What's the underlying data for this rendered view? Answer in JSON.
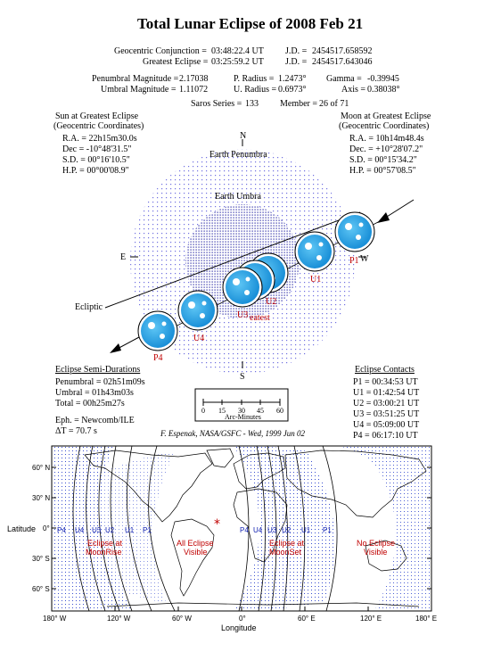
{
  "title": "Total Lunar Eclipse of 2008 Feb 21",
  "header": {
    "geo_conj_label": "Geocentric Conjunction =",
    "geo_conj_value": "03:48:22.4 UT",
    "greatest_label": "Greatest Eclipse =",
    "greatest_value": "03:25:59.2 UT",
    "jd_label": "J.D. =",
    "jd1": "2454517.658592",
    "jd2": "2454517.643046",
    "pen_mag_label": "Penumbral Magnitude =",
    "pen_mag": "2.17038",
    "umb_mag_label": "Umbral Magnitude =",
    "umb_mag": "1.11072",
    "p_radius_label": "P. Radius =",
    "p_radius": "1.2473°",
    "u_radius_label": "U. Radius =",
    "u_radius": "0.6973°",
    "gamma_label": "Gamma =",
    "gamma": "-0.39945",
    "axis_label": "Axis =",
    "axis": "0.38038°",
    "saros_label": "Saros Series =",
    "saros": "133",
    "member_label": "Member =",
    "member": "26 of 71"
  },
  "sun": {
    "heading1": "Sun at Greatest Eclipse",
    "heading2": "(Geocentric Coordinates)",
    "ra": "R.A. =  22h15m30.0s",
    "dec": "Dec = -10°48'31.5\"",
    "sd": "S.D. =  00°16'10.5\"",
    "hp": "H.P. =  00°00'08.9\""
  },
  "moon": {
    "heading1": "Moon at Greatest Eclipse",
    "heading2": "(Geocentric Coordinates)",
    "ra": "R.A. =  10h14m48.4s",
    "dec": "Dec. = +10°28'07.2\"",
    "sd": "S.D. =  00°15'34.2\"",
    "hp": "H.P. =  00°57'08.5\""
  },
  "diagram": {
    "north": "N",
    "south": "S",
    "east": "E",
    "west": "W",
    "penumbra": "Earth Penumbra",
    "umbra": "Earth Umbra",
    "ecliptic": "Ecliptic",
    "greatest": "eatest",
    "moon_labels": [
      "P1",
      "U1",
      "U2",
      "U3",
      "U4",
      "P4"
    ],
    "colors": {
      "umbra_dots": "#1a1aa0",
      "penumbra_dots": "#7070e0",
      "moon": "#1e9be0",
      "label": "#c00000"
    }
  },
  "semi_durations": {
    "heading": "Eclipse Semi-Durations",
    "penumbral": "Penumbral = 02h51m09s",
    "umbral": "Umbral = 01h43m03s",
    "total": "Total = 00h25m27s",
    "eph": "Eph. = Newcomb/ILE",
    "delta_t": "ΔT = 70.7 s"
  },
  "scale": {
    "ticks": [
      "0",
      "15",
      "30",
      "45",
      "60"
    ],
    "label": "Arc-Minutes"
  },
  "credit": "F. Espenak, NASA/GSFC - Wed, 1999 Jun 02",
  "contacts": {
    "heading": "Eclipse Contacts",
    "items": [
      "P1 = 00:34:53 UT",
      "U1 = 01:42:54 UT",
      "U2 = 03:00:21 UT",
      "U3 = 03:51:25 UT",
      "U4 = 05:09:00 UT",
      "P4 = 06:17:10 UT"
    ]
  },
  "map": {
    "ylabel": "Latitude",
    "xlabel": "Longitude",
    "lat_ticks": [
      "60° N",
      "30° N",
      "0°",
      "30° S",
      "60° S"
    ],
    "lon_ticks": [
      "180° W",
      "120° W",
      "60° W",
      "0°",
      "60° E",
      "120° E",
      "180° E"
    ],
    "curve_labels_left": [
      "P4",
      "U4",
      "U3",
      "U2",
      "U1",
      "P1"
    ],
    "curve_labels_right": [
      "P4",
      "U4",
      "U3",
      "U2",
      "U1",
      "P1"
    ],
    "regions": [
      {
        "line1": "Eclipse at",
        "line2": "MoonRise"
      },
      {
        "line1": "All Eclipse",
        "line2": "Visible"
      },
      {
        "line1": "Eclipse at",
        "line2": "MoonSet"
      },
      {
        "line1": "No Eclipse",
        "line2": "Visible"
      }
    ],
    "colors": {
      "dots": "#3a4fd0",
      "coast": "#000000",
      "label": "#c00000",
      "curve_label": "#1020b0"
    }
  }
}
